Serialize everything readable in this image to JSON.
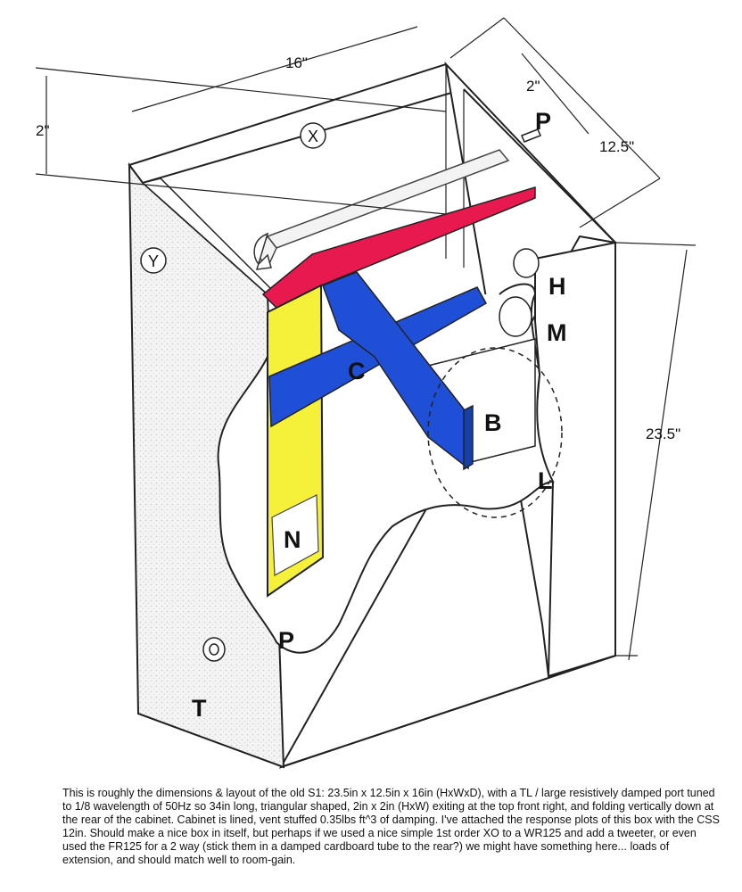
{
  "diagram": {
    "dimensions": {
      "width_top": "16\"",
      "top_gap": "2\"",
      "right_gap": "2\"",
      "depth": "12.5\"",
      "height": "23.5\""
    },
    "labels": {
      "x": "X",
      "y": "Y",
      "p_top": "P",
      "h": "H",
      "m": "M",
      "c": "C",
      "b": "B",
      "l": "L",
      "n": "N",
      "p_bottom": "P",
      "t": "T"
    },
    "colors": {
      "red_panel": "#e8194f",
      "blue_brace": "#1f4fd6",
      "yellow_panel": "#f5f03a",
      "outline": "#222222",
      "stipple": "#e9e9e9"
    }
  },
  "caption": "This is roughly the dimensions & layout of the old  S1:  23.5in x 12.5in x 16in (HxWxD), with a  TL / large  resistively damped port tuned to 1/8 wavelength of 50Hz so 34in long, triangular shaped, 2in x 2in (HxW) exiting at the top front right, and folding vertically down at the rear of the cabinet. Cabinet is lined, vent stuffed 0.35lbs ft^3 of damping. I've attached the response plots of this box with the CSS 12in. Should make a nice box in itself, but perhaps if we used a nice simple 1st order XO to a WR125 and add a tweeter, or even used the FR125 for a 2 way (stick them in a damped cardboard tube to the rear?) we might have something here... loads of extension, and should match well to room-gain."
}
